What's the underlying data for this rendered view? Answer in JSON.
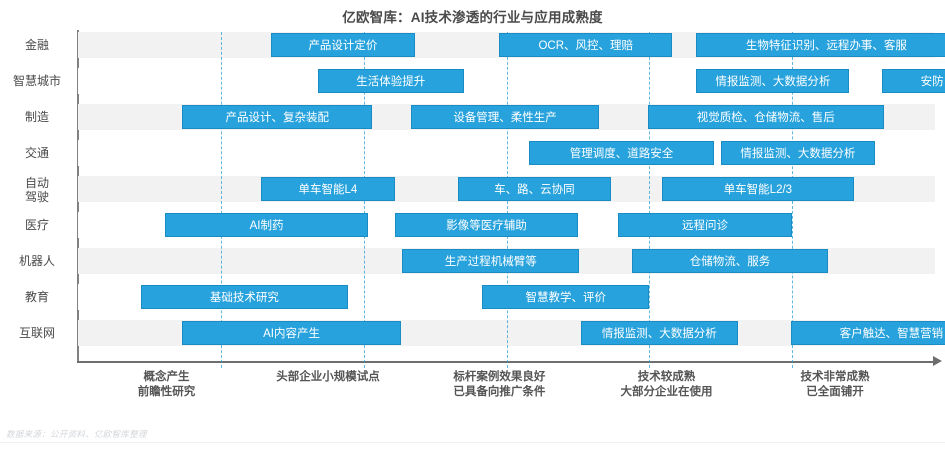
{
  "chart_data": {
    "type": "bar",
    "title": "亿欧智库：AI技术渗透的行业与应用成熟度",
    "xlabel": "",
    "ylabel": "",
    "grid": true,
    "legend": false,
    "xlim": [
      0,
      6
    ],
    "gridlines": [
      1,
      2,
      3,
      4,
      5
    ],
    "stage_labels": [
      {
        "line1": "概念产生",
        "line2": "前瞻性研究"
      },
      {
        "line1": "头部企业小规模试点",
        "line2": ""
      },
      {
        "line1": "标杆案例效果良好",
        "line2": "已具备向推广条件"
      },
      {
        "line1": "技术较成熟",
        "line2": "大部分企业在使用"
      },
      {
        "line1": "技术非常成熟",
        "line2": "已全面铺开"
      }
    ],
    "categories": [
      "金融",
      "智慧城市",
      "制造",
      "交通",
      "自动驾驶",
      "医疗",
      "机器人",
      "教育",
      "互联网"
    ],
    "rows": [
      {
        "category": "金融",
        "label_line1": "金融",
        "label_line2": "",
        "bars": [
          {
            "text": "产品设计定价",
            "start": 1.35,
            "end": 2.36
          },
          {
            "text": "OCR、风控、理赔",
            "start": 2.95,
            "end": 4.16
          },
          {
            "text": "生物特征识别、远程办事、客服",
            "start": 4.33,
            "end": 6.15
          }
        ]
      },
      {
        "category": "智慧城市",
        "label_line1": "智慧城市",
        "label_line2": "",
        "bars": [
          {
            "text": "生活体验提升",
            "start": 1.68,
            "end": 2.7
          },
          {
            "text": "情报监测、大数据分析",
            "start": 4.33,
            "end": 5.4
          },
          {
            "text": "安防",
            "start": 5.63,
            "end": 6.33
          }
        ]
      },
      {
        "category": "制造",
        "label_line1": "制造",
        "label_line2": "",
        "bars": [
          {
            "text": "产品设计、复杂装配",
            "start": 0.73,
            "end": 2.06
          },
          {
            "text": "设备管理、柔性生产",
            "start": 2.33,
            "end": 3.65
          },
          {
            "text": "视觉质检、仓储物流、售后",
            "start": 3.99,
            "end": 5.64
          }
        ]
      },
      {
        "category": "交通",
        "label_line1": "交通",
        "label_line2": "",
        "bars": [
          {
            "text": "管理调度、道路安全",
            "start": 3.16,
            "end": 4.45
          },
          {
            "text": "情报监测、大数据分析",
            "start": 4.5,
            "end": 5.58
          }
        ]
      },
      {
        "category": "自动驾驶",
        "label_line1": "自动",
        "label_line2": "驾驶",
        "bars": [
          {
            "text": "单车智能L4",
            "start": 1.28,
            "end": 2.22
          },
          {
            "text": "车、路、云协同",
            "start": 2.66,
            "end": 3.73
          },
          {
            "text": "单车智能L2/3",
            "start": 4.09,
            "end": 5.43
          }
        ]
      },
      {
        "category": "医疗",
        "label_line1": "医疗",
        "label_line2": "",
        "bars": [
          {
            "text": "AI制药",
            "start": 0.61,
            "end": 2.03
          },
          {
            "text": "影像等医疗辅助",
            "start": 2.22,
            "end": 3.5
          },
          {
            "text": "远程问诊",
            "start": 3.78,
            "end": 5.0
          }
        ]
      },
      {
        "category": "机器人",
        "label_line1": "机器人",
        "label_line2": "",
        "bars": [
          {
            "text": "生产过程机械臂等",
            "start": 2.27,
            "end": 3.51
          },
          {
            "text": "仓储物流、服务",
            "start": 3.88,
            "end": 5.25
          }
        ]
      },
      {
        "category": "教育",
        "label_line1": "教育",
        "label_line2": "",
        "bars": [
          {
            "text": "基础技术研究",
            "start": 0.44,
            "end": 1.89
          },
          {
            "text": "智慧教学、评价",
            "start": 2.83,
            "end": 4.0
          }
        ]
      },
      {
        "category": "互联网",
        "label_line1": "互联网",
        "label_line2": "",
        "bars": [
          {
            "text": "AI内容产生",
            "start": 0.73,
            "end": 2.26
          },
          {
            "text": "情报监测、大数据分析",
            "start": 3.52,
            "end": 4.62
          },
          {
            "text": "客户触达、智慧营销",
            "start": 4.99,
            "end": 6.4
          }
        ]
      }
    ]
  },
  "footer": {
    "source": "数据来源：公开资料、亿欧智库整理"
  },
  "colors": {
    "bar_fill": "#27a2dc",
    "bar_border": "#1a8cc4",
    "band": "#f2f2f2",
    "grid": "#2b9fd6",
    "axis": "#6e6e6e",
    "title_text": "#4a4a4a"
  }
}
